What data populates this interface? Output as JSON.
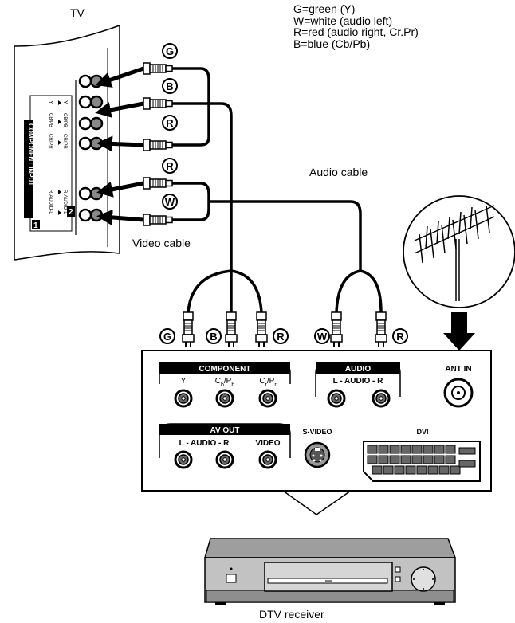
{
  "labels": {
    "tv": "TV",
    "audio_cable": "Audio cable",
    "video_cable": "Video cable",
    "dtv_receiver": "DTV receiver"
  },
  "legend": [
    "G=green (Y)",
    "W=white (audio left)",
    "R=red (audio right, Cr.Pr)",
    "B=blue (Cb/Pb)"
  ],
  "plug_letters": {
    "g": "G",
    "b": "B",
    "r": "R",
    "w": "W"
  },
  "tv_panel": {
    "component_input": "COMPONENT INPUT",
    "rows": [
      "Y",
      "CB/PB",
      "CR/PR",
      "R-AUDIO-L"
    ],
    "port_num_1": "1",
    "port_num_2": "2"
  },
  "receiver_panel": {
    "component": "COMPONENT",
    "y": "Y",
    "cb": "C",
    "cb_sub": "b",
    "pb": "/P",
    "pb_sub": "b",
    "cr": "C",
    "cr_sub": "r",
    "pr": "/P",
    "pr_sub": "r",
    "audio": "AUDIO",
    "audio_lr": "L - AUDIO - R",
    "ant_in": "ANT IN",
    "av_out": "AV OUT",
    "av_audio_lr": "L - AUDIO - R",
    "video": "VIDEO",
    "s_video": "S-VIDEO",
    "dvi": "DVI"
  },
  "colors": {
    "ink": "#000000",
    "panel_gray": "#d8d8d8",
    "body_gray": "#bdbdbd"
  }
}
